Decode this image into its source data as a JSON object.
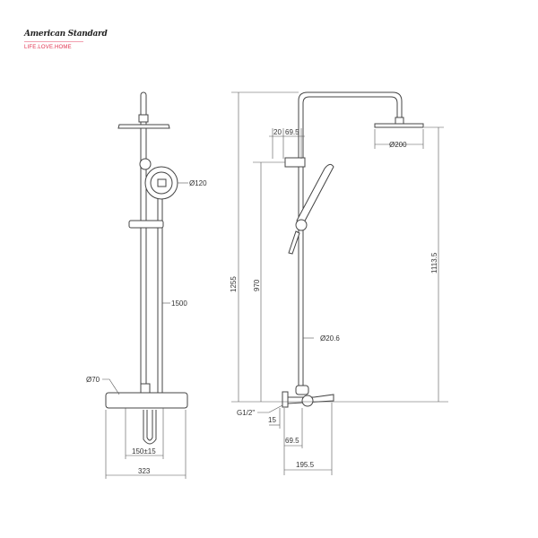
{
  "logo": {
    "brand": "American Standard",
    "tagline": "LIFE.LOVE.HOME"
  },
  "front_view": {
    "hand_shower_dia": "Ø120",
    "rail_length": "1500",
    "mixer_dia": "Ø70",
    "inlet_spacing": "150±15",
    "width": "323"
  },
  "side_view": {
    "bracket_offset_a": "20",
    "bracket_offset_b": "69.5",
    "head_dia": "Ø200",
    "total_height": "1255",
    "bracket_height": "970",
    "head_height": "1113.5",
    "pipe_dia": "Ø20.6",
    "inlet_thread": "G1/2\"",
    "inlet_depth": "15",
    "mixer_offset": "69.5",
    "spout_reach": "195.5"
  }
}
